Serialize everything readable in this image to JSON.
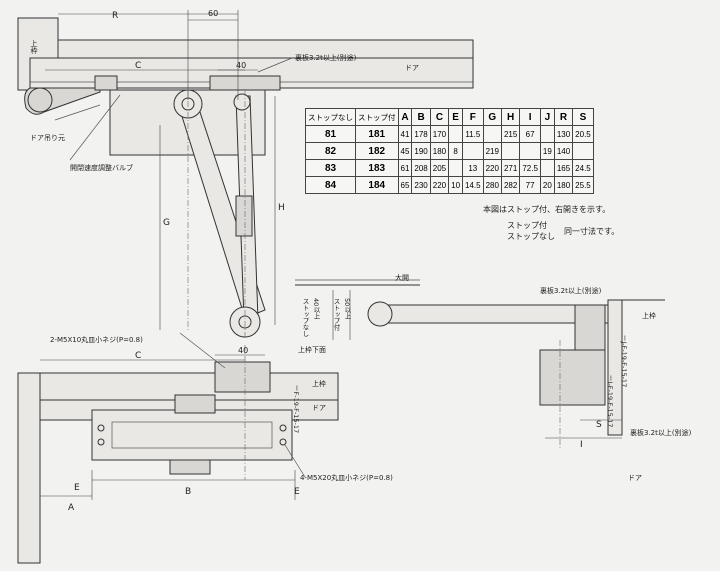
{
  "labels": {
    "dim_R": "R",
    "dim_60": "60",
    "dim_C": "C",
    "dim_40": "40",
    "dim_G": "G",
    "dim_H": "H",
    "dim_A": "A",
    "dim_B": "B",
    "dim_E": "E",
    "dim_I": "I",
    "dim_S": "S",
    "frame_v": "上枠",
    "door": "ドア",
    "hinge": "ドア吊り元",
    "valve": "開閉速度調整バルブ",
    "backplate": "裏板3.2t以上(別途)",
    "backplate2": "裏板3.2t以上(別途)",
    "backplate3": "裏板3.2t以上(別途)",
    "screw_top": "2-M5X10丸皿小ネジ(P=0.8)",
    "screw_bottom": "4-M5X20丸皿小ネジ(P=0.8)",
    "open_max": "大開",
    "stop_none_side": "ストップなし",
    "stop_none_val": "40以上",
    "stop_with_side": "ストップ付",
    "stop_with_val": "50以上",
    "frame_bottom": "上枠下面",
    "frame": "上枠",
    "door2": "ドア",
    "door3": "ドア",
    "frame3": "上枠",
    "vlabel_bottom": "ーF-19-F-15-17",
    "vlabel_right": "ーJ-F-19-F-15-17",
    "vlabel_right2": "ーI-F-19-F-15-17",
    "dim_40b": "40",
    "dim_Cb": "C"
  },
  "table": {
    "headers": [
      "ストップなし",
      "ストップ付",
      "A",
      "B",
      "C",
      "E",
      "F",
      "G",
      "H",
      "I",
      "J",
      "R",
      "S"
    ],
    "rows": [
      {
        "stop_none": "81",
        "stop_with": "181",
        "A": "41",
        "B": "178",
        "C": "170",
        "E": "",
        "F": "11.5",
        "G": "",
        "H": "215",
        "I": "67",
        "J": "",
        "R": "130",
        "S": "20.5"
      },
      {
        "stop_none": "82",
        "stop_with": "182",
        "A": "45",
        "B": "190",
        "C": "180",
        "E": "8",
        "F": "",
        "G": "219",
        "H": "",
        "I": "",
        "J": "19",
        "R": "140",
        "S": ""
      },
      {
        "stop_none": "83",
        "stop_with": "183",
        "A": "61",
        "B": "208",
        "C": "205",
        "E": "",
        "F": "13",
        "G": "220",
        "H": "271",
        "I": "72.5",
        "J": "",
        "R": "165",
        "S": "24.5"
      },
      {
        "stop_none": "84",
        "stop_with": "184",
        "A": "65",
        "B": "230",
        "C": "220",
        "E": "10",
        "F": "14.5",
        "G": "280",
        "H": "282",
        "I": "77",
        "J": "20",
        "R": "180",
        "S": "25.5"
      }
    ],
    "note1": "本図はストップ付、右開きを示す。",
    "note2_a": "ストップ付",
    "note2_b": "ストップなし",
    "note2_c": "同一寸法です。"
  }
}
